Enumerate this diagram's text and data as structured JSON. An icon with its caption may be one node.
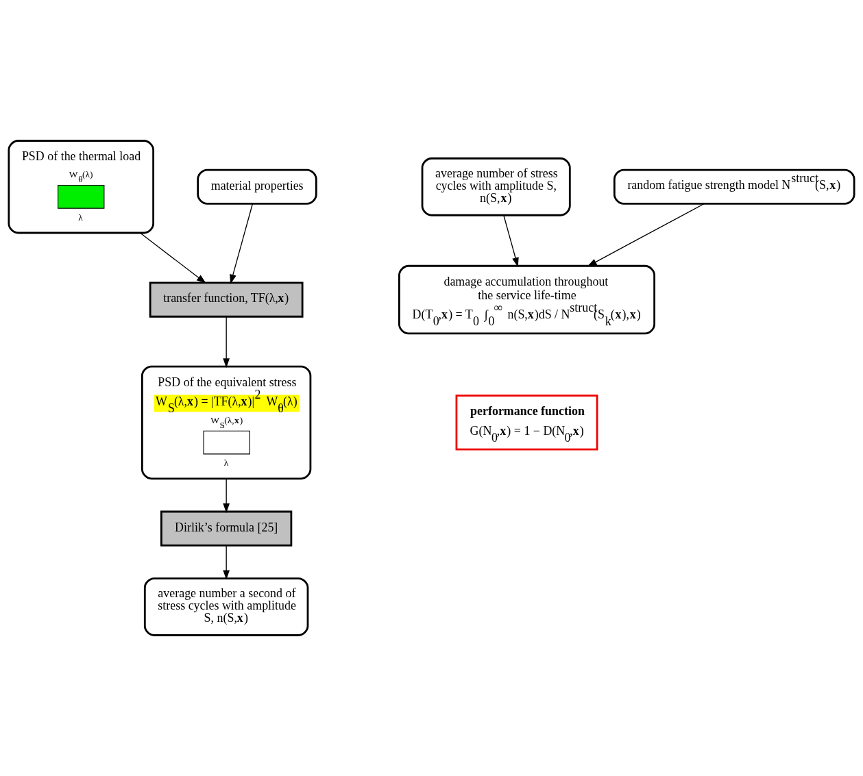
{
  "diagram": {
    "nodes": [
      {
        "text": [
          "PSD of the thermal load",
          "W$_{θ}$(λ)",
          "λ"
        ]
      },
      {
        "text": [
          "material properties"
        ]
      },
      {
        "text": [
          "transfer function, TF(λ,**x**)"
        ]
      },
      {
        "text": [
          "PSD of the equivalent stress",
          "W$_{S}$(λ,**x**) = |TF(λ,**x**)|$^{2}$ W$_{θ}$(λ)",
          "W$_{S}$(λ,**x**)",
          "λ"
        ]
      },
      {
        "text": [
          "Dirlik’s formula [25]"
        ]
      },
      {
        "text": [
          "average number a second of stress cycles with amplitude S, n(S,**x**)"
        ]
      },
      {
        "text": [
          "average number of stress cycles with amplitude S, n(S,**x**)"
        ]
      },
      {
        "text": [
          "random fatigue strength model N$^{struct}$(S,**x**)"
        ]
      },
      {
        "text": [
          "damage accumulation throughout the service life-time",
          "D(T$_{0}$,**x**) = T$_{0}$ ∫$_{0}$$^{∞}$ n(S,**x**)dS / N$^{struct}$(S$_{k}$(**x**),**x**)"
        ]
      },
      {
        "text": [
          "performance function",
          "G(N$_{0}$,**x**) = 1 − D(N$_{0}$,**x**)"
        ]
      }
    ],
    "edges": [
      {
        "from": 0,
        "to": 2,
        "arrow": "to"
      },
      {
        "from": 1,
        "to": 2,
        "arrow": "to"
      },
      {
        "from": 2,
        "to": 3,
        "arrow": "to"
      },
      {
        "from": 3,
        "to": 4,
        "arrow": "to"
      },
      {
        "from": 4,
        "to": 5,
        "arrow": "to"
      },
      {
        "from": 6,
        "to": 8,
        "arrow": "to"
      },
      {
        "from": 7,
        "to": 8,
        "arrow": "to"
      }
    ]
  }
}
